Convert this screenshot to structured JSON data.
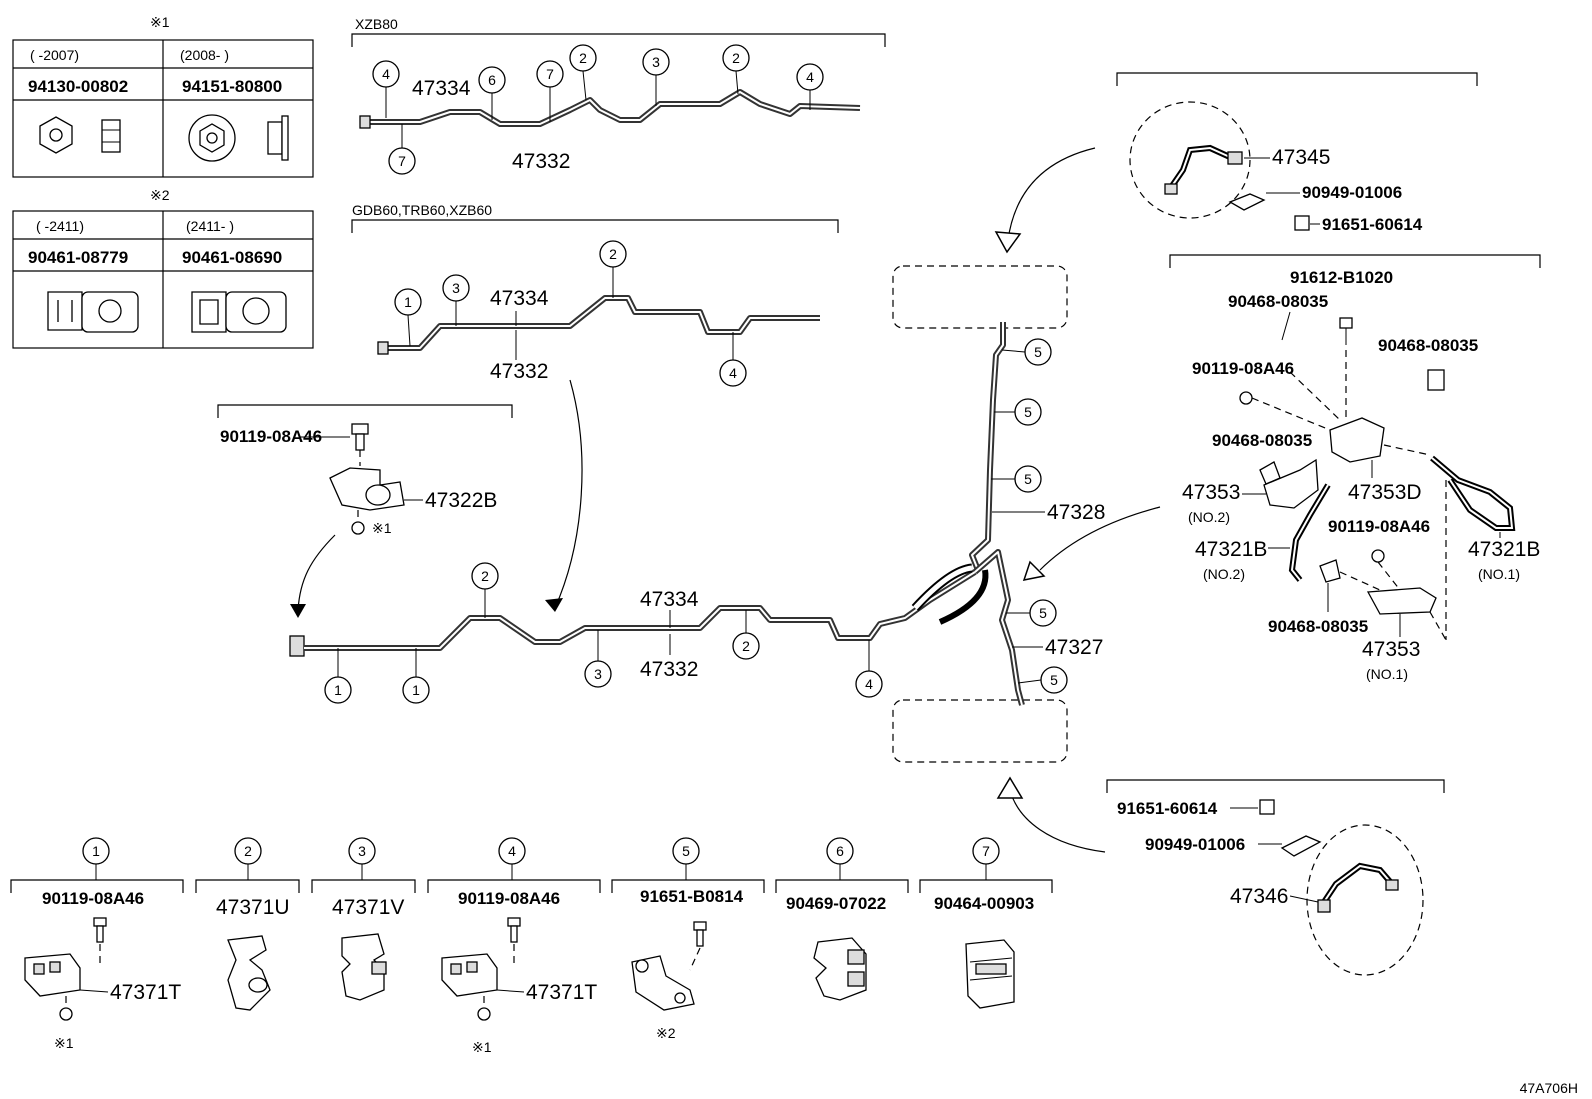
{
  "note_tables": [
    {
      "title": "※1",
      "col1_range": "(      -2007)",
      "col2_range": "(2008-      )",
      "col1_part": "94130-00802",
      "col2_part": "94151-80800"
    },
    {
      "title": "※2",
      "col1_range": "(   -2411)",
      "col2_range": "(2411-    )",
      "col1_part": "90461-08779",
      "col2_part": "90461-08690"
    }
  ],
  "group_labels": {
    "xzb80": "XZB80",
    "gdb60": "GDB60,TRB60,XZB60"
  },
  "callouts": [
    "1",
    "2",
    "3",
    "4",
    "5",
    "6",
    "7"
  ],
  "pipe_parts": {
    "upper": "47334",
    "lower": "47332"
  },
  "clamp_group": {
    "bolt": "90119-08A46",
    "clamp": "47322B",
    "nut_note": "※1"
  },
  "rear_parts": {
    "p47328": "47328",
    "p47327": "47327"
  },
  "hose_top": {
    "hose": "47345",
    "bracket": "90949-01006",
    "bolt": "91651-60614"
  },
  "hose_bottom": {
    "bolt": "91651-60614",
    "bracket": "90949-01006",
    "hose": "47346"
  },
  "right_group": {
    "bolt_top": "91612-B1020",
    "clip_a": "90468-08035",
    "clip_b": "90468-08035",
    "bolt_side": "90119-08A46",
    "clip_c": "90468-08035",
    "bracket_d": "47353D",
    "bracket_no2": "47353",
    "bracket_no2_sub": "(NO.2)",
    "hose_no2": "47321B",
    "hose_no2_sub": "(NO.2)",
    "bolt_mid": "90119-08A46",
    "hose_no1": "47321B",
    "hose_no1_sub": "(NO.1)",
    "clip_d": "90468-08035",
    "bracket_no1": "47353",
    "bracket_no1_sub": "(NO.1)"
  },
  "legend": [
    {
      "num": "1",
      "part": "90119-08A46",
      "sub": "47371T",
      "note": "※1"
    },
    {
      "num": "2",
      "part": "47371U"
    },
    {
      "num": "3",
      "part": "47371V"
    },
    {
      "num": "4",
      "part": "90119-08A46",
      "sub": "47371T",
      "note": "※1"
    },
    {
      "num": "5",
      "part": "91651-B0814",
      "note": "※2"
    },
    {
      "num": "6",
      "part": "90469-07022"
    },
    {
      "num": "7",
      "part": "90464-00903"
    }
  ],
  "figure_id": "47A706H"
}
